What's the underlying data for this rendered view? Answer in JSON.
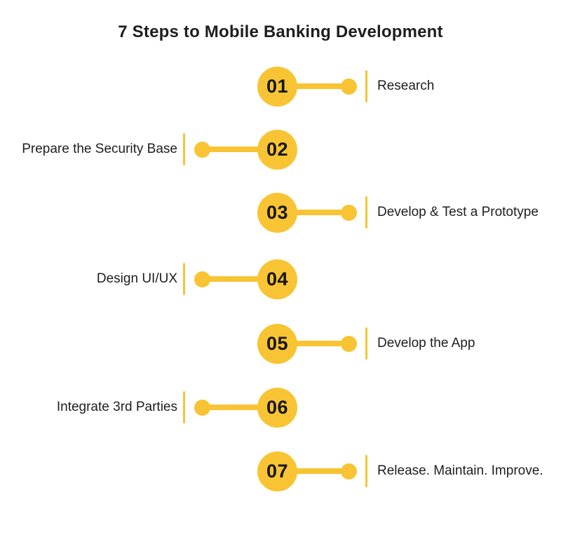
{
  "title": "7 Steps to Mobile Banking Development",
  "colors": {
    "accent": "#F8C433",
    "title_text": "#1E1E1E",
    "label_text": "#1E1E1E",
    "number_text": "#161616",
    "background": "#FFFFFF"
  },
  "steps": [
    {
      "number": "01",
      "label": "Research",
      "side": "right"
    },
    {
      "number": "02",
      "label": "Prepare the Security Base",
      "side": "left"
    },
    {
      "number": "03",
      "label": "Develop & Test a Prototype",
      "side": "right"
    },
    {
      "number": "04",
      "label": "Design UI/UX",
      "side": "left"
    },
    {
      "number": "05",
      "label": "Develop the App",
      "side": "right"
    },
    {
      "number": "06",
      "label": "Integrate 3rd Parties",
      "side": "left"
    },
    {
      "number": "07",
      "label": "Release. Maintain. Improve.",
      "side": "right"
    }
  ]
}
